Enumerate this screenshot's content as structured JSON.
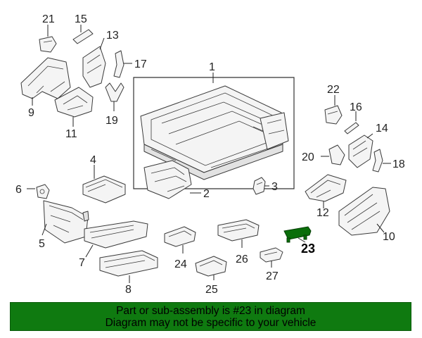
{
  "diagram": {
    "highlighted_part": "23",
    "highlight_color": "#0f7a10",
    "callouts": [
      "1",
      "2",
      "3",
      "4",
      "5",
      "6",
      "7",
      "8",
      "9",
      "10",
      "11",
      "12",
      "13",
      "14",
      "15",
      "16",
      "17",
      "18",
      "19",
      "20",
      "21",
      "22",
      "23",
      "24",
      "25",
      "26",
      "27"
    ]
  },
  "banner": {
    "line1": "Part or sub-assembly is #23 in diagram",
    "line2": "Diagram may not be specific to your vehicle",
    "background": "#0f7a10"
  }
}
